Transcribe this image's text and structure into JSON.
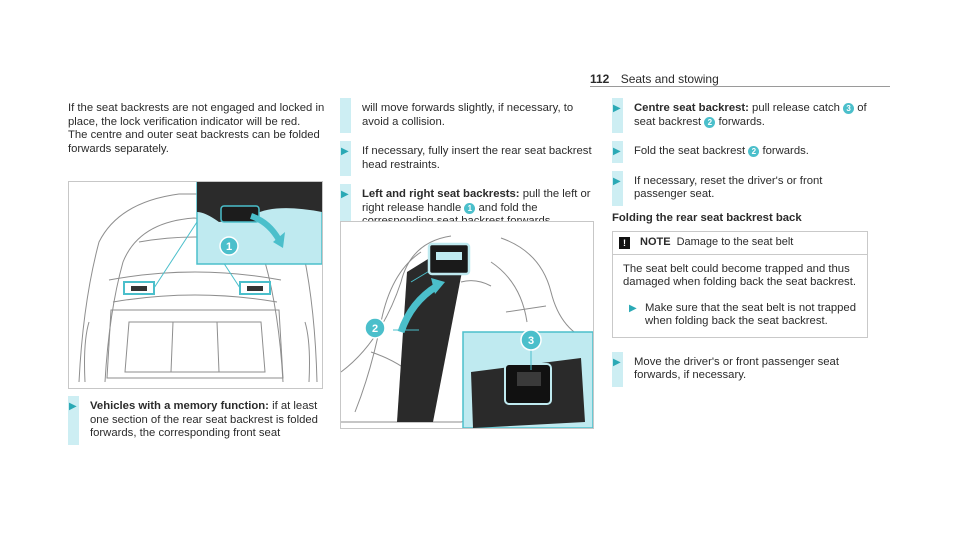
{
  "header": {
    "page_number": "112",
    "section": "Seats and stowing"
  },
  "col1": {
    "intro_1": "If the seat backrests are not engaged and locked in place, the lock verification indicator will be red.",
    "intro_2": "The centre and outer seat backrests can be folded forwards separately.",
    "step_vehicles_title": "Vehicles with a memory function:",
    "step_vehicles_text": "if at least one section of the rear seat backrest is folded forwards, the corresponding front seat"
  },
  "col2": {
    "continued": "will move forwards slightly, if necessary, to avoid a collision.",
    "step_insert": "If necessary, fully insert the rear seat backrest head restraints.",
    "step_lr_title": "Left and right seat backrests:",
    "step_lr_text_a": "pull the left or right release handle",
    "step_lr_text_b": "and fold the corresponding seat backrest forwards."
  },
  "col3": {
    "step_centre_title": "Centre seat backrest:",
    "step_centre_text_a": "pull release catch",
    "step_centre_text_b": "of seat backrest",
    "step_centre_text_c": "forwards.",
    "step_fold_a": "Fold the seat backrest",
    "step_fold_b": "forwards.",
    "step_reset": "If necessary, reset the driver's or front passenger seat.",
    "subheading": "Folding the rear seat backrest back",
    "note": {
      "label": "NOTE",
      "title": "Damage to the seat belt",
      "body": "The seat belt could become trapped and thus damaged when folding back the seat backrest.",
      "step": "Make sure that the seat belt is not trapped when folding back the seat backrest."
    },
    "step_move": "Move the driver's or front passenger seat forwards, if necessary."
  },
  "callouts": {
    "c1": "1",
    "c2": "2",
    "c3": "3"
  },
  "colors": {
    "accent": "#4bbfcb",
    "highlight_bar": "#cdeef3",
    "inset_bg": "#bfeaf0"
  },
  "icons": {
    "step_arrow": "triangle-right",
    "note_icon": "exclamation-square"
  }
}
